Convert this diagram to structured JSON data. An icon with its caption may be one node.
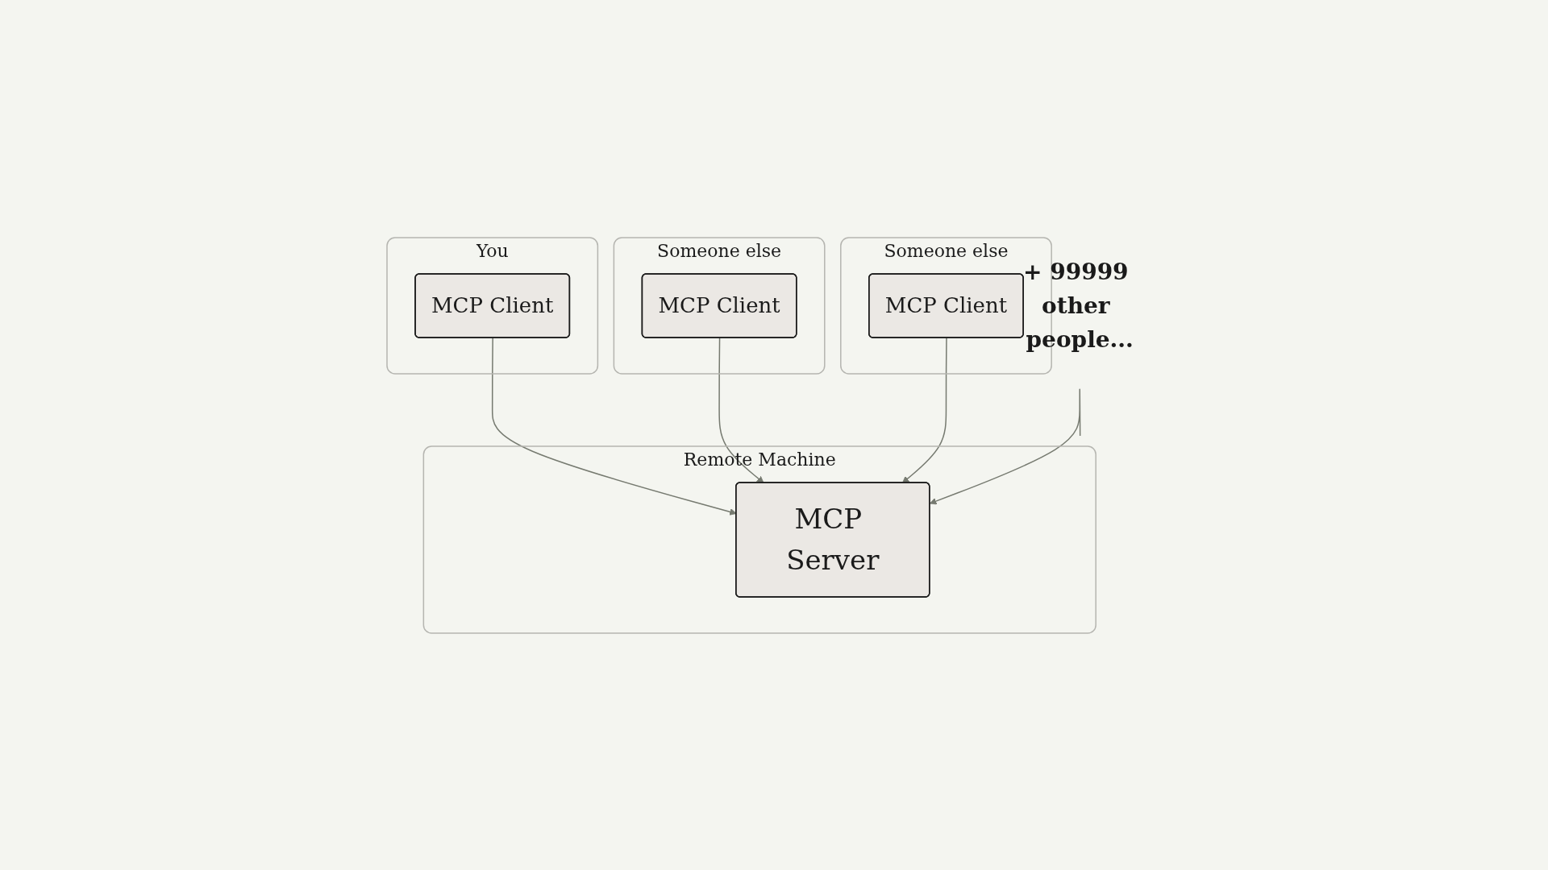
{
  "diagram": {
    "nodes": [
      {
        "text": [
          "You"
        ]
      },
      {
        "text": [
          "MCP Client"
        ],
        "in": 0
      },
      {
        "text": [
          "Someone else"
        ]
      },
      {
        "text": [
          "MCP Client"
        ],
        "in": 2
      },
      {
        "text": [
          "Someone else"
        ]
      },
      {
        "text": [
          "MCP Client"
        ],
        "in": 4
      },
      {
        "text": [
          "+ 99999 other people..."
        ]
      },
      {
        "text": [
          "Remote Machine"
        ]
      },
      {
        "text": [
          "MCP Server"
        ],
        "in": 7
      }
    ],
    "edges": [
      {
        "from": 1,
        "to": 8,
        "arrow": "to"
      },
      {
        "from": 3,
        "to": 8,
        "arrow": "to"
      },
      {
        "from": 5,
        "to": 8,
        "arrow": "to"
      },
      {
        "from": 6,
        "to": 8,
        "arrow": "to"
      }
    ]
  }
}
